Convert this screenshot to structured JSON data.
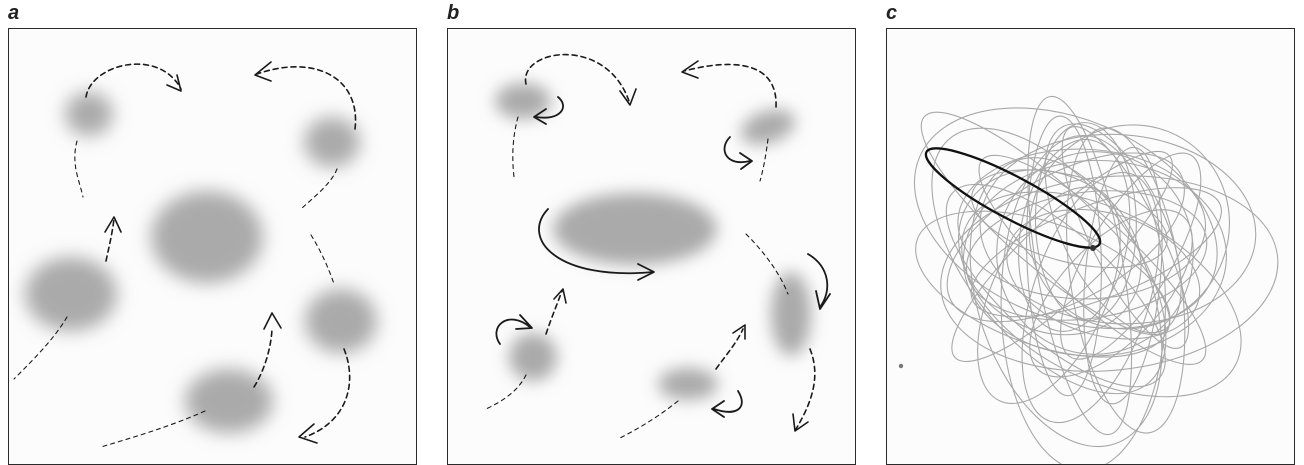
{
  "figure": {
    "panels": [
      {
        "id": "a",
        "label": "a"
      },
      {
        "id": "b",
        "label": "b"
      },
      {
        "id": "c",
        "label": "c"
      }
    ]
  },
  "colors": {
    "frame": "#2a2a2a",
    "blob": "#9a9a9a",
    "arrow": "#1a1a1a",
    "orbit": "#a8a8a8",
    "highlight_orbit": "#111111"
  }
}
